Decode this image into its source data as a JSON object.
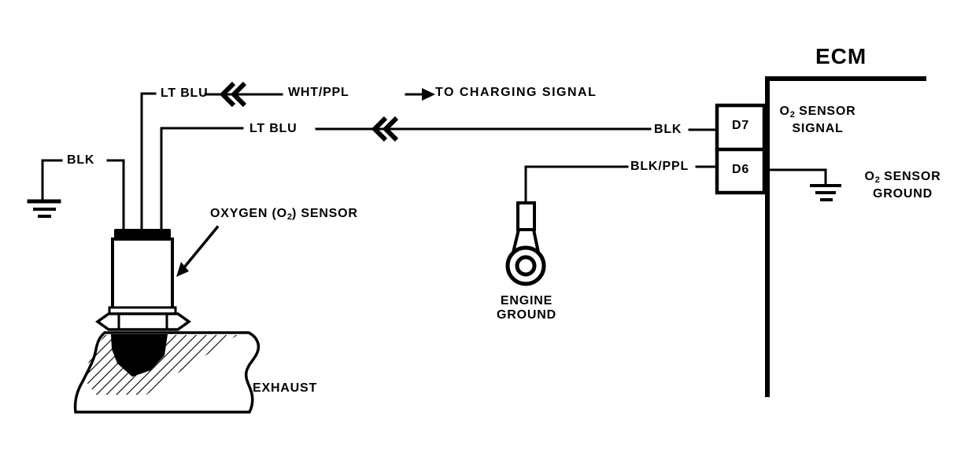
{
  "colors": {
    "ink": "#000000",
    "background": "#ffffff"
  },
  "sensor_circuit": {
    "wire_charging": {
      "color": "LT BLU",
      "second_color": "WHT/PPL",
      "destination": "TO CHARGING SIGNAL"
    },
    "wire_signal": {
      "color": "LT BLU",
      "ecm_side_color": "BLK"
    },
    "wire_sensor_ground": {
      "color": "BLK"
    },
    "wire_ecm_ground": {
      "color": "BLK/PPL"
    },
    "sensor_label": {
      "prefix": "OXYGEN (O",
      "sub": "2",
      "suffix": ") SENSOR"
    },
    "exhaust_label": "EXHAUST",
    "engine_ground": {
      "line1": "ENGINE",
      "line2": "GROUND"
    }
  },
  "ecm": {
    "title": "ECM",
    "pin_d7": "D7",
    "pin_d6": "D6",
    "signal_label": {
      "o": "O",
      "sub": "2",
      "rest": " SENSOR",
      "line2": "SIGNAL"
    },
    "ground_label": {
      "o": "O",
      "sub": "2",
      "rest": " SENSOR",
      "line2": "GROUND"
    }
  },
  "icons": {
    "ground_symbol": "ground-symbol",
    "ring_terminal": "ring-terminal",
    "splice_chevrons": "double-chevron",
    "flow_arrow": "right-arrow"
  }
}
